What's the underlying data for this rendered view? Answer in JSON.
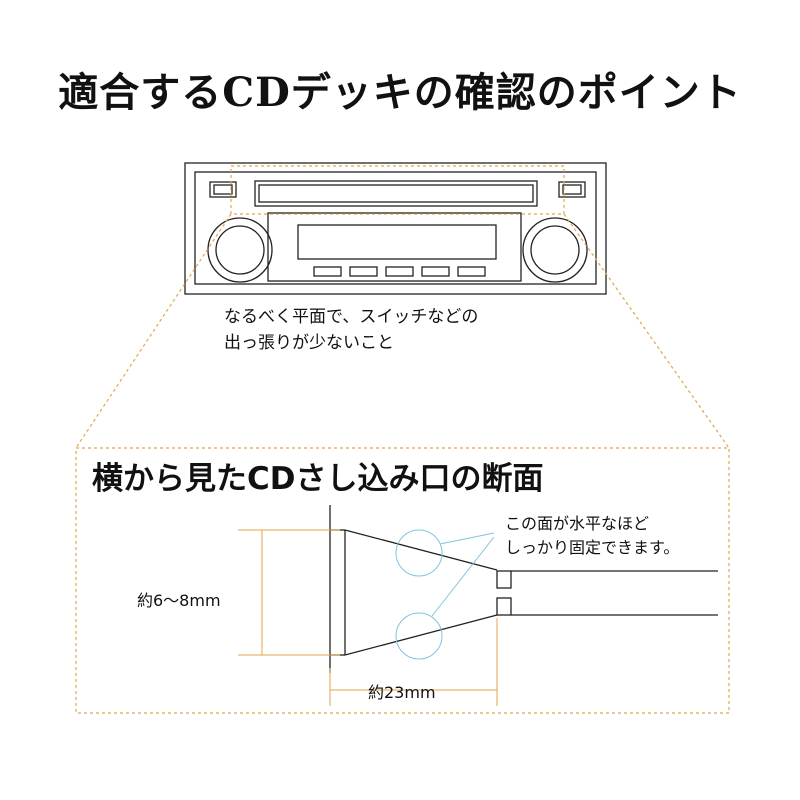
{
  "title": "適合するCDデッキの確認のポイント",
  "top_note": {
    "line1": "なるべく平面で、スイッチなどの",
    "line2": "出っ張りが少ないこと"
  },
  "section_title": "横から見たCDさし込み口の断面",
  "face_note": {
    "line1": "この面が水平なほど",
    "line2": "しっかり固定できます。"
  },
  "height_label": "約6〜8mm",
  "width_label": "約23mm",
  "colors": {
    "line": "#222222",
    "guide": "#e0a64a",
    "highlight": "#7fc4e0"
  }
}
